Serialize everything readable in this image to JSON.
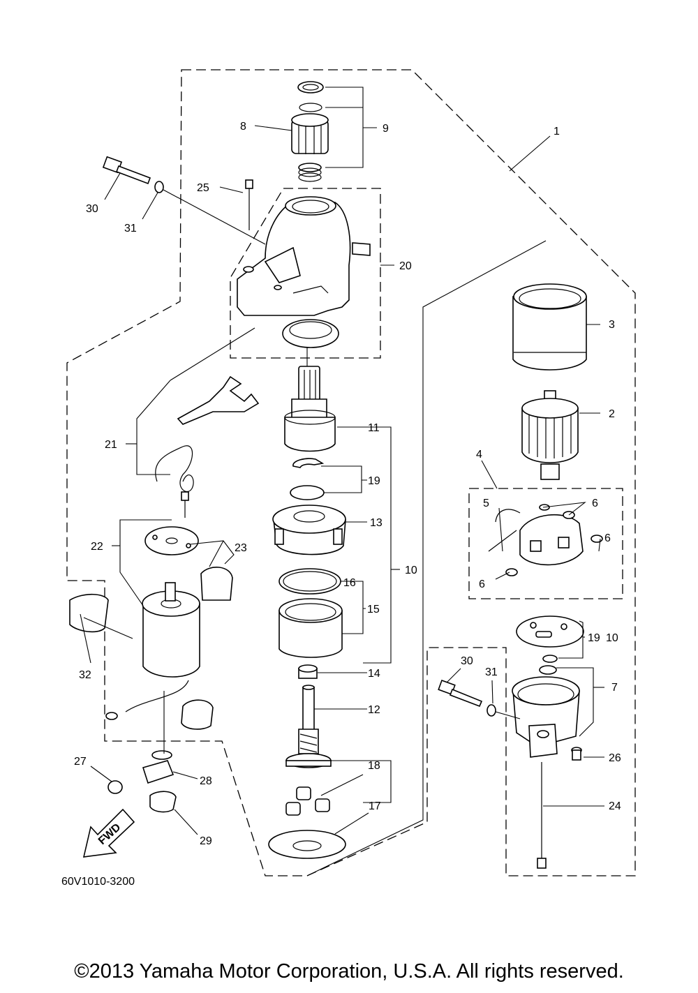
{
  "diagram_code": "60V1010-3200",
  "fwd_label": "FWD",
  "copyright": "©2013 Yamaha Motor Corporation, U.S.A. All rights reserved.",
  "callouts": {
    "p1": "1",
    "p2": "2",
    "p3": "3",
    "p4": "4",
    "p5": "5",
    "p6a": "6",
    "p6b": "6",
    "p6c": "6",
    "p7": "7",
    "p8": "8",
    "p9": "9",
    "p10": "10",
    "p10b": "10",
    "p11": "11",
    "p12": "12",
    "p13": "13",
    "p14": "14",
    "p15": "15",
    "p16": "16",
    "p17": "17",
    "p18": "18",
    "p19": "19",
    "p19b": "19",
    "p20": "20",
    "p21": "21",
    "p22": "22",
    "p23": "23",
    "p24": "24",
    "p25": "25",
    "p26": "26",
    "p27": "27",
    "p28": "28",
    "p29": "29",
    "p30": "30",
    "p30b": "30",
    "p31": "31",
    "p31b": "31",
    "p32": "32"
  }
}
